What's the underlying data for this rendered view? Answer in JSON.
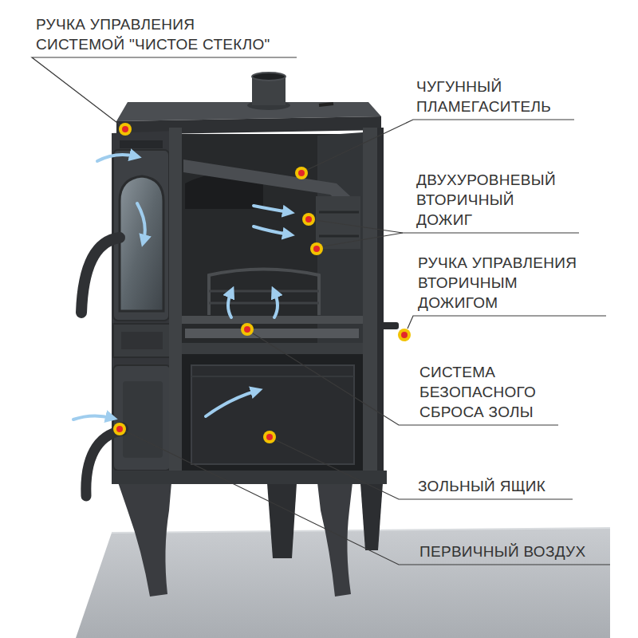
{
  "diagram": {
    "labels": [
      "РУЧКА УПРАВЛЕНИЯ СИСТЕМОЙ \"ЧИСТОЕ СТЕКЛО\"",
      "ЧУГУННЫЙ ПЛАМЕГАСИТЕЛЬ",
      "ДВУХУРОВНЕВЫЙ ВТОРИЧНЫЙ ДОЖИГ",
      "РУЧКА УПРАВЛЕНИЯ ВТОРИЧНЫМ ДОЖИГОМ",
      "СИСТЕМА БЕЗОПАСНОГО СБРОСА ЗОЛЫ",
      "ЗОЛЬНЫЙ ЯЩИК",
      "ПЕРВИЧНЫЙ ВОЗДУХ"
    ]
  }
}
